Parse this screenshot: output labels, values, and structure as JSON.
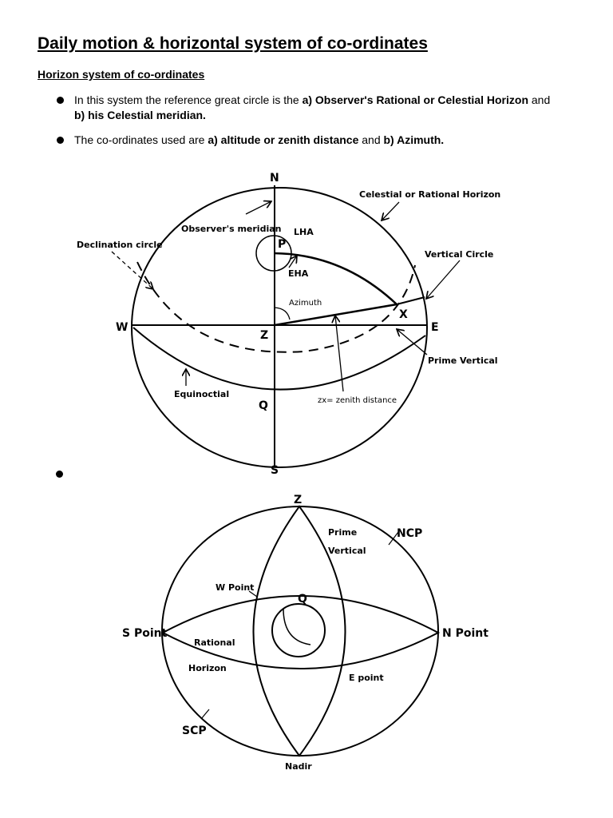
{
  "header": {
    "title": "Daily motion & horizontal system of co-ordinates",
    "subtitle": "Horizon system of co-ordinates"
  },
  "bullets": [
    {
      "prefix": "In this system the reference great circle is the ",
      "bold1": "a) Observer's Rational or Celestial Horizon",
      "mid": " and ",
      "bold2": "b) his Celestial meridian."
    },
    {
      "prefix": "The co-ordinates used are ",
      "bold1": "a) altitude or zenith distance",
      "mid": " and ",
      "bold2": "b) Azimuth."
    }
  ],
  "diagram1": {
    "labels": {
      "n": "N",
      "s": "S",
      "w": "W",
      "e": "E",
      "z": "Z",
      "q": "Q",
      "p": "P",
      "x": "X",
      "celestial_horizon": "Celestial or Rational Horizon",
      "observers_meridian": "Observer's meridian",
      "lha": "LHA",
      "eha": "EHA",
      "declination_circle": "Declination circle",
      "vertical_circle": "Vertical Circle",
      "azimuth": "Azimuth",
      "prime_vertical": "Prime Vertical",
      "equinoctial": "Equinoctial",
      "zenith_distance": "zx= zenith distance"
    }
  },
  "diagram2": {
    "labels": {
      "z": "Z",
      "prime": "Prime",
      "vertical": "Vertical",
      "ncp": "NCP",
      "w_point": "W Point",
      "q": "Q",
      "s_point": "S Point",
      "n_point": "N Point",
      "rational": "Rational",
      "horizon": "Horizon",
      "e_point": "E point",
      "scp": "SCP",
      "nadir": "Nadir"
    }
  }
}
